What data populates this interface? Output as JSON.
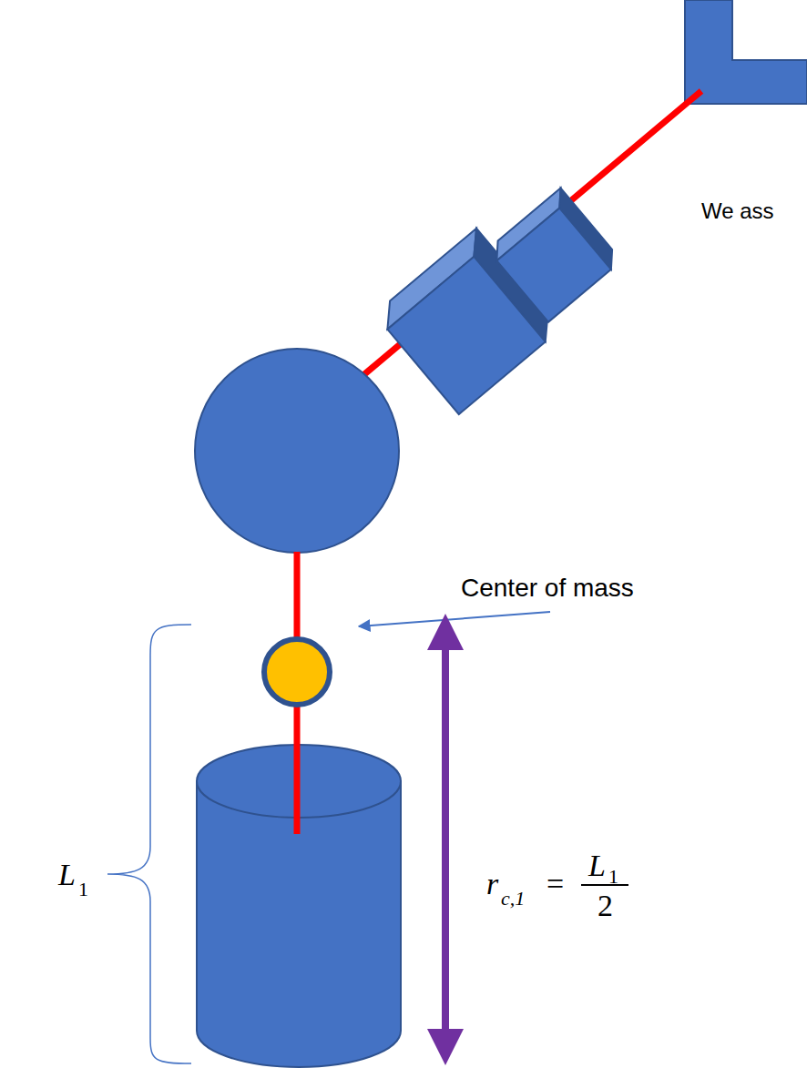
{
  "diagram": {
    "labels": [
      "We ass",
      "Center of mass",
      "L",
      "1",
      "r",
      "c,1",
      "=",
      "L",
      "1",
      "2"
    ]
  }
}
